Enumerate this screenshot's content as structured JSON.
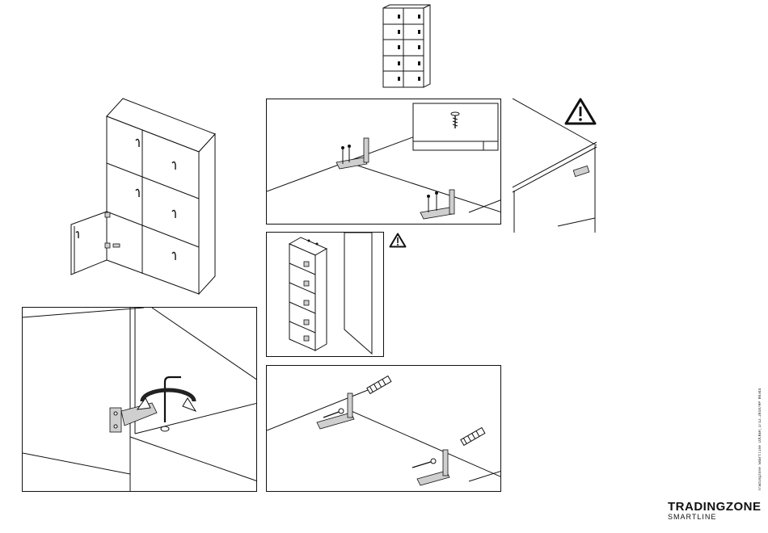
{
  "brand": {
    "name": "TRADINGZONE",
    "subline": "SMARTLINE"
  },
  "doc_code": "Tradingzone Smartline LOCKER_1/12.2018/HP 00344",
  "icons": {
    "warning": "warning-triangle-icon",
    "screw": "screw-icon",
    "wrench": "allen-key-icon"
  }
}
